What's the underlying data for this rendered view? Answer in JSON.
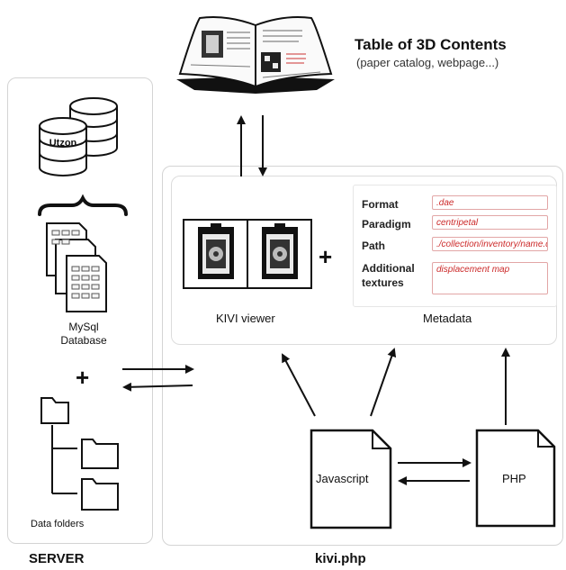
{
  "catalog": {
    "title": "Table of 3D Contents",
    "subtitle": "(paper catalog, webpage...)"
  },
  "server": {
    "db_label": "Utzon",
    "db_caption_line1": "MySql",
    "db_caption_line2": "Database",
    "plus": "+",
    "folders_caption": "Data folders",
    "footer": "SERVER"
  },
  "kivi": {
    "viewer_label": "KIVI viewer",
    "plus": "+",
    "metadata_label": "Metadata",
    "footer": "kivi.php",
    "metadata": [
      {
        "key": "Format",
        "value": ".dae"
      },
      {
        "key": "Paradigm",
        "value": "centripetal"
      },
      {
        "key": "Path",
        "value": "./collection/inventory/name.dae"
      },
      {
        "key": "Additional textures",
        "value": "displacement map"
      }
    ]
  },
  "files": {
    "javascript": "Javascript",
    "php": "PHP"
  },
  "colors": {
    "metadata_value": "#cc2a2a",
    "panel_border": "#d4d4d4"
  }
}
